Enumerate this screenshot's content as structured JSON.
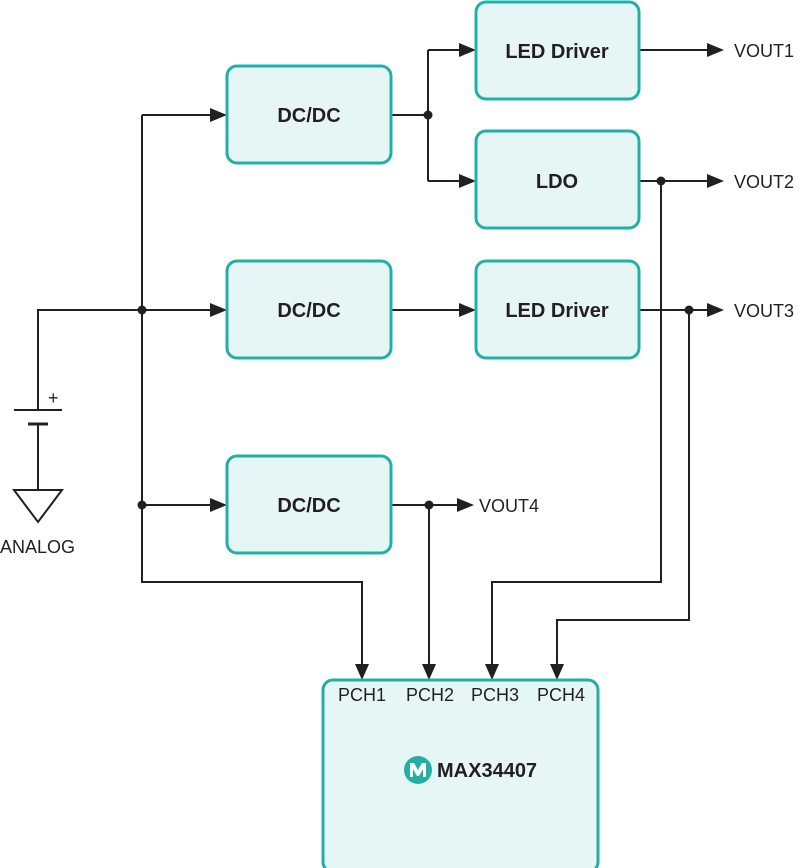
{
  "blocks": {
    "dcdc1": "DC/DC",
    "dcdc2": "DC/DC",
    "dcdc3": "DC/DC",
    "led_driver1": "LED Driver",
    "ldo": "LDO",
    "led_driver2": "LED Driver"
  },
  "outputs": {
    "vout1": "VOUT1",
    "vout2": "VOUT2",
    "vout3": "VOUT3",
    "vout4": "VOUT4"
  },
  "source": {
    "plus": "+",
    "ground_label": "ANALOG"
  },
  "chip": {
    "name": "MAX34407",
    "pins": [
      "PCH1",
      "PCH2",
      "PCH3",
      "PCH4"
    ],
    "logo_icon": "maxim-logo-icon"
  },
  "colors": {
    "box_fill": "#e6f6f5",
    "box_stroke": "#22b0a6",
    "line": "#231f20"
  }
}
